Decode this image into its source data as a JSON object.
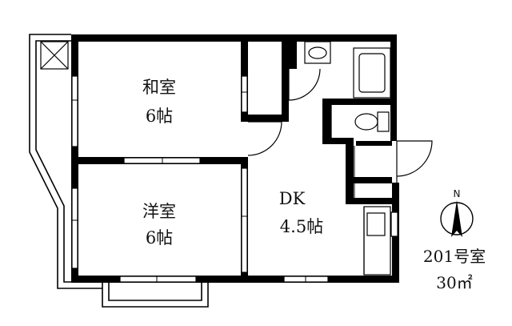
{
  "rooms": {
    "washitsu": {
      "name": "和室",
      "size": "6帖"
    },
    "youshitsu": {
      "name": "洋室",
      "size": "6帖"
    },
    "dk": {
      "name": "DK",
      "size": "4.5帖"
    }
  },
  "unit": {
    "number": "201号室",
    "area": "30㎡"
  },
  "compass": {
    "label": "N",
    "icon": "north-arrow-icon"
  },
  "colors": {
    "wall": "#000000",
    "background": "#ffffff"
  }
}
